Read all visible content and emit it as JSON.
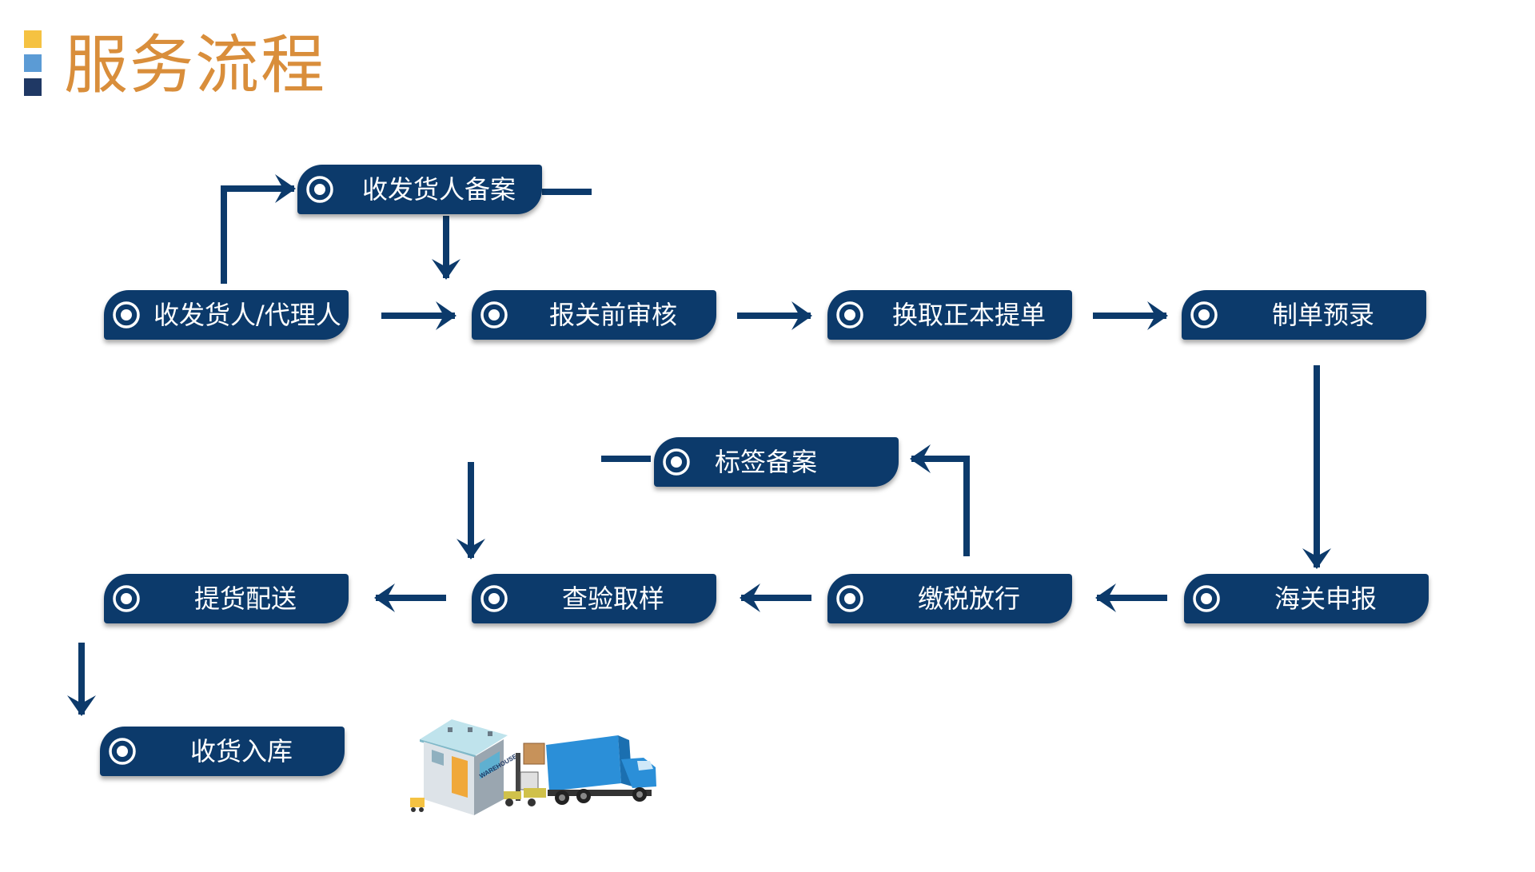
{
  "title": {
    "text": "服务流程",
    "color": "#d98e3b",
    "marker_colors": [
      "#f5c242",
      "#5b9bd5",
      "#1f3864"
    ]
  },
  "node_color": "#0c3a6b",
  "arrow_color": "#0c3a6b",
  "node_icon": "target-icon",
  "nodes": {
    "consignee_filing": "收发货人备案",
    "consignor_agent": "收发货人/代理人",
    "pre_declaration_review": "报关前审核",
    "exchange_bill_of_lading": "换取正本提单",
    "document_preparation": "制单预录",
    "label_filing": "标签备案",
    "pickup_delivery": "提货配送",
    "inspection_sampling": "查验取样",
    "tax_payment_release": "缴税放行",
    "customs_declaration": "海关申报",
    "receiving_warehousing": "收货入库"
  },
  "illustration": {
    "warehouse_sign": "WAREHOUSE",
    "icons": [
      "warehouse-icon",
      "forklift-icon",
      "delivery-truck-icon"
    ]
  }
}
